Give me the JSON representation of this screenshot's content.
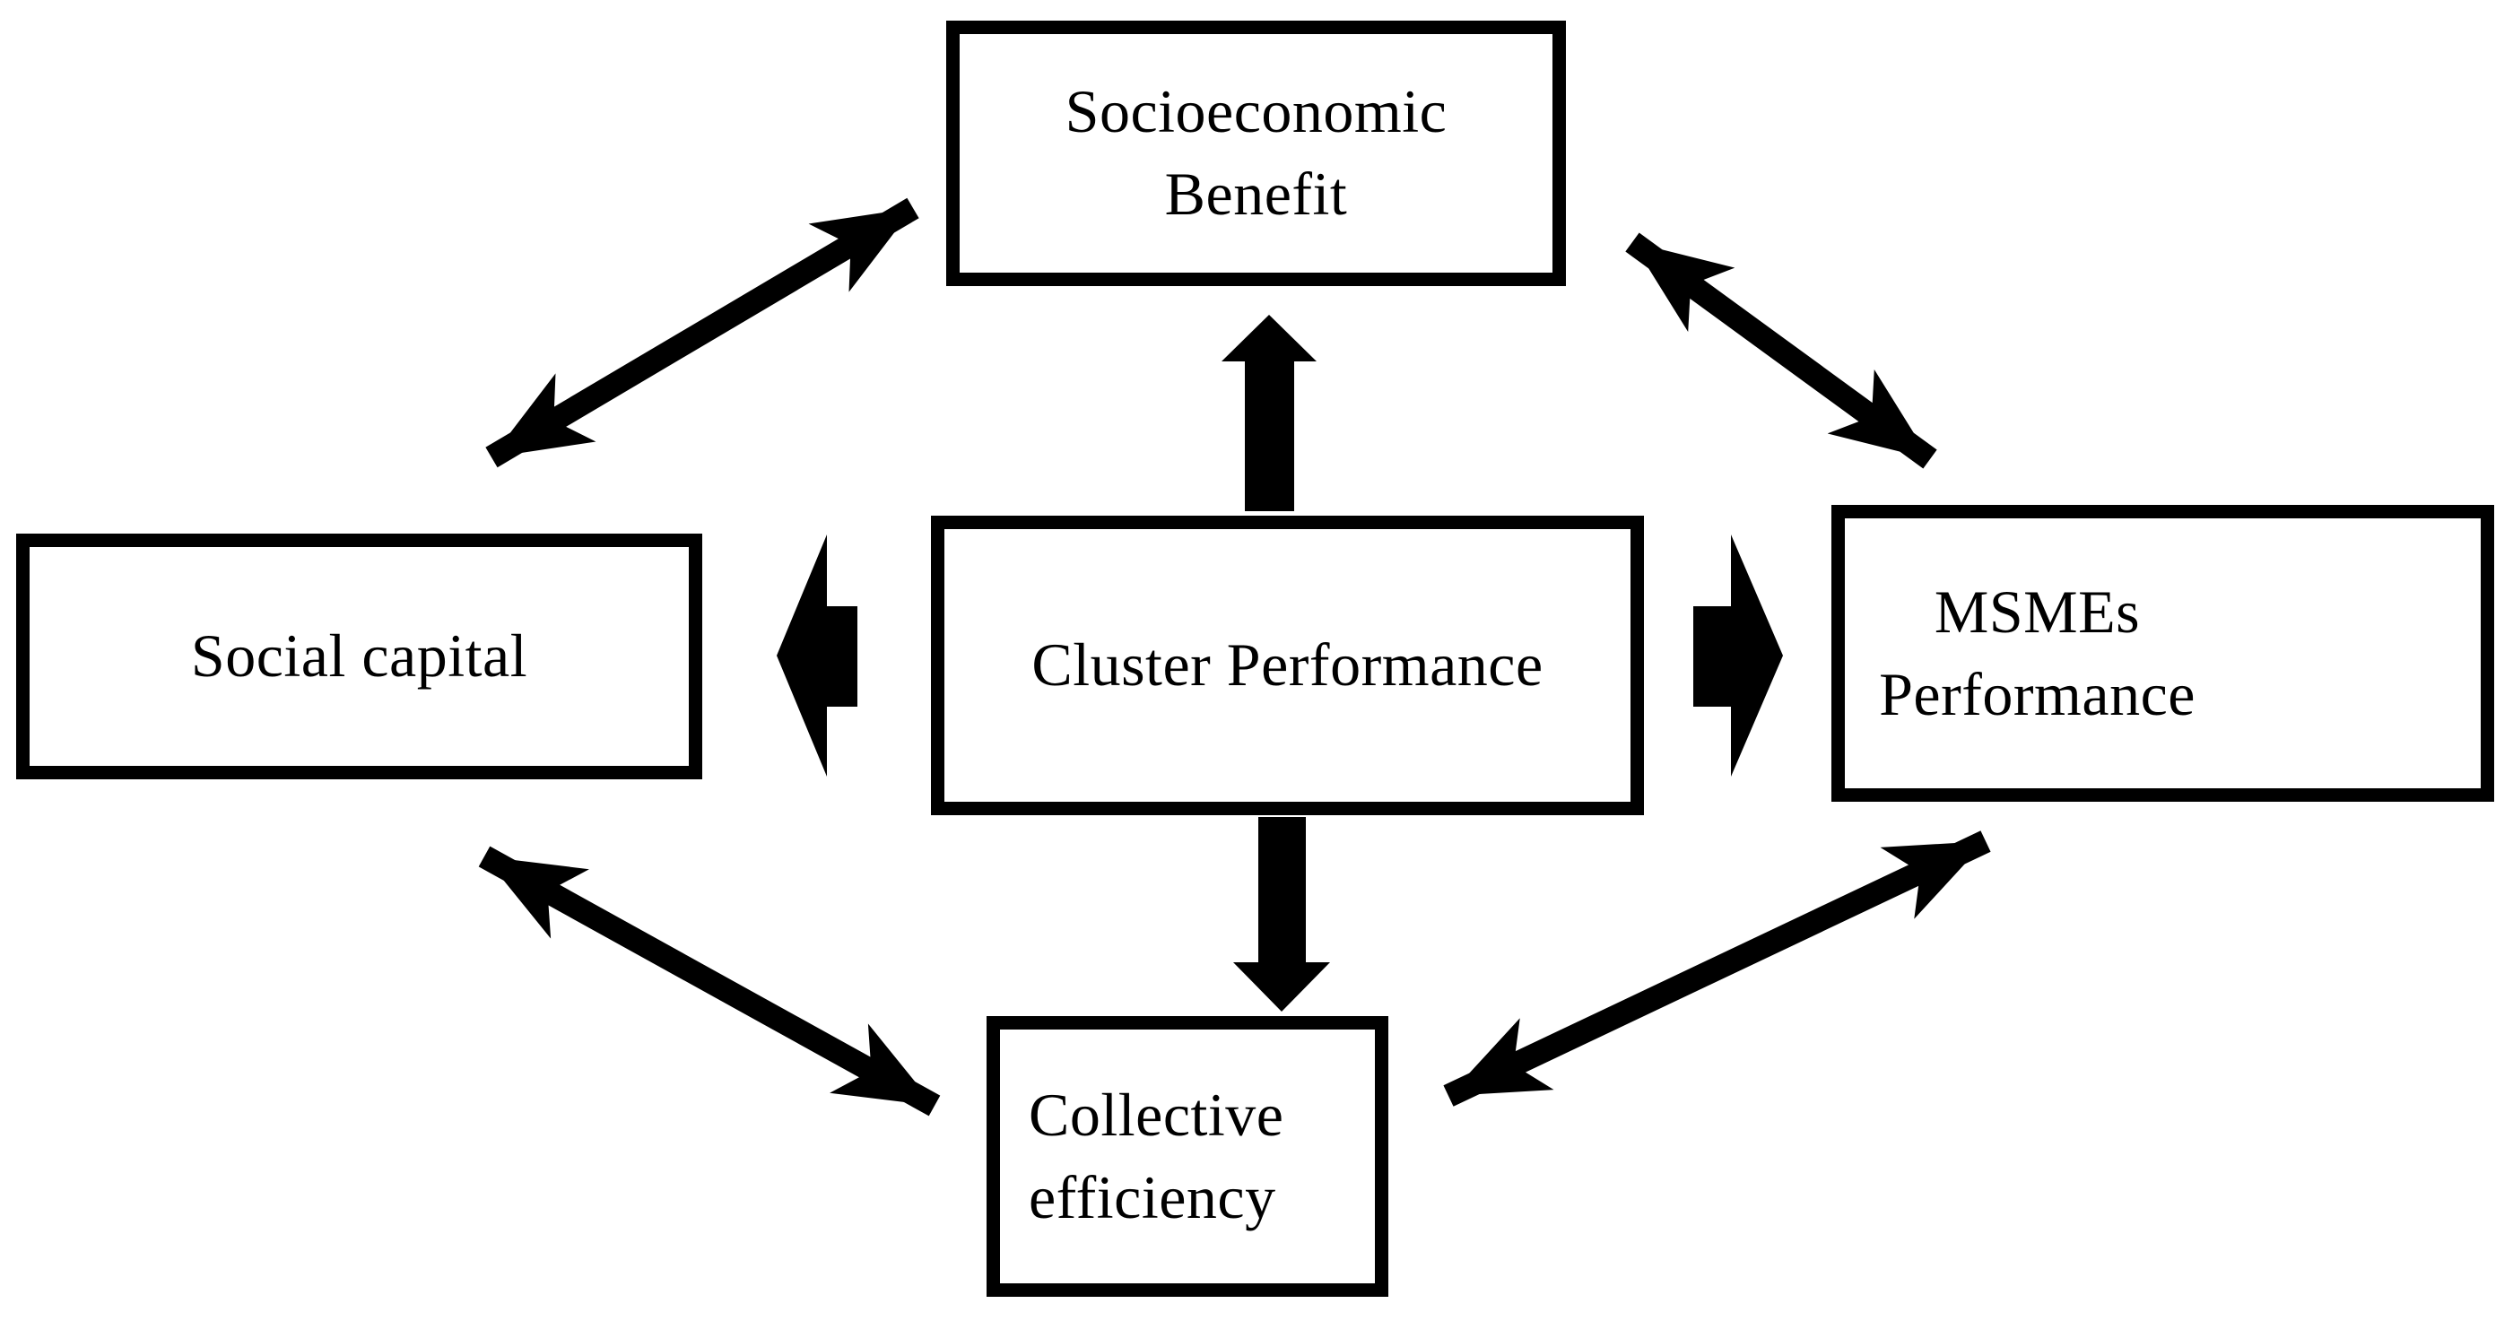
{
  "diagram": {
    "colors": {
      "line": "#000000",
      "node_fill": "#ffffff",
      "background": "#ffffff"
    },
    "nodes": {
      "socioeconomic": {
        "line1": "Socioeconomic",
        "line2": "Benefit"
      },
      "social_capital": {
        "label": "Social capital"
      },
      "cluster": {
        "label": "Cluster Performance"
      },
      "msmes": {
        "line1": "MSMEs",
        "line2": "Performance"
      },
      "collective": {
        "line1": "Collective",
        "line2": "efficiency"
      }
    },
    "connections": [
      {
        "from": "Cluster Performance",
        "to": "Socioeconomic Benefit",
        "style": "thick-block-arrow",
        "direction": "one-way-up"
      },
      {
        "from": "Cluster Performance",
        "to": "Social capital",
        "style": "thick-block-arrow",
        "direction": "one-way-left"
      },
      {
        "from": "Cluster Performance",
        "to": "MSMEs Performance",
        "style": "thick-block-arrow",
        "direction": "one-way-right"
      },
      {
        "from": "Cluster Performance",
        "to": "Collective efficiency",
        "style": "thick-block-arrow",
        "direction": "one-way-down"
      },
      {
        "from": "Social capital",
        "to": "Socioeconomic Benefit",
        "style": "thin-line",
        "direction": "two-way"
      },
      {
        "from": "Socioeconomic Benefit",
        "to": "MSMEs Performance",
        "style": "thin-line",
        "direction": "two-way"
      },
      {
        "from": "Social capital",
        "to": "Collective efficiency",
        "style": "thin-line",
        "direction": "two-way"
      },
      {
        "from": "Collective efficiency",
        "to": "MSMEs Performance",
        "style": "thin-line",
        "direction": "two-way"
      }
    ]
  }
}
